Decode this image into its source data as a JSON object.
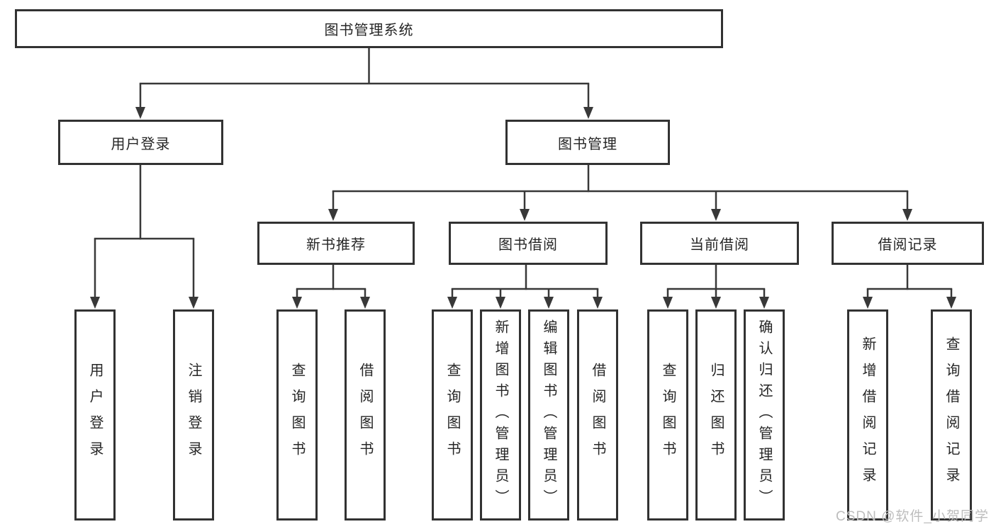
{
  "tree": {
    "root": {
      "label": "图书管理系统"
    },
    "l2": [
      {
        "label": "用户登录"
      },
      {
        "label": "图书管理"
      }
    ],
    "l3": [
      {
        "label": "新书推荐",
        "parent": "图书管理"
      },
      {
        "label": "图书借阅",
        "parent": "图书管理"
      },
      {
        "label": "当前借阅",
        "parent": "图书管理"
      },
      {
        "label": "借阅记录",
        "parent": "图书管理"
      }
    ],
    "l4": [
      {
        "label": "用户登录",
        "parent": "用户登录"
      },
      {
        "label": "注销登录",
        "parent": "用户登录"
      },
      {
        "label": "查询图书",
        "parent": "新书推荐"
      },
      {
        "label": "借阅图书",
        "parent": "新书推荐"
      },
      {
        "label": "查询图书",
        "parent": "图书借阅"
      },
      {
        "label": "新增图书（管理员）",
        "parent": "图书借阅"
      },
      {
        "label": "编辑图书（管理员）",
        "parent": "图书借阅"
      },
      {
        "label": "借阅图书",
        "parent": "图书借阅"
      },
      {
        "label": "查询图书",
        "parent": "当前借阅"
      },
      {
        "label": "归还图书",
        "parent": "当前借阅"
      },
      {
        "label": "确认归还（管理员）",
        "parent": "当前借阅"
      },
      {
        "label": "新增借阅记录",
        "parent": "借阅记录"
      },
      {
        "label": "查询借阅记录",
        "parent": "借阅记录"
      }
    ]
  },
  "colors": {
    "line": "#383838",
    "border": "#323232",
    "text": "#262626",
    "watermark": "#bdbdbd"
  },
  "watermark": "CSDN @软件_小贺同学"
}
